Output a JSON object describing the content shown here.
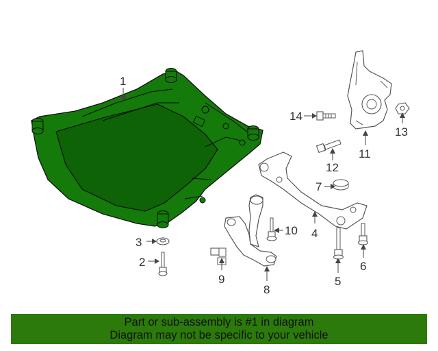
{
  "callouts": [
    "1",
    "2",
    "3",
    "4",
    "5",
    "6",
    "7",
    "8",
    "9",
    "10",
    "11",
    "12",
    "13",
    "14"
  ],
  "banner": {
    "line1": "Part or sub-assembly is #1 in diagram",
    "line2": "Diagram may not be specific to your vehicle"
  },
  "colors": {
    "highlight": "#147a0a",
    "banner_bg": "#2b7a0b",
    "line_gray": "#666666"
  }
}
